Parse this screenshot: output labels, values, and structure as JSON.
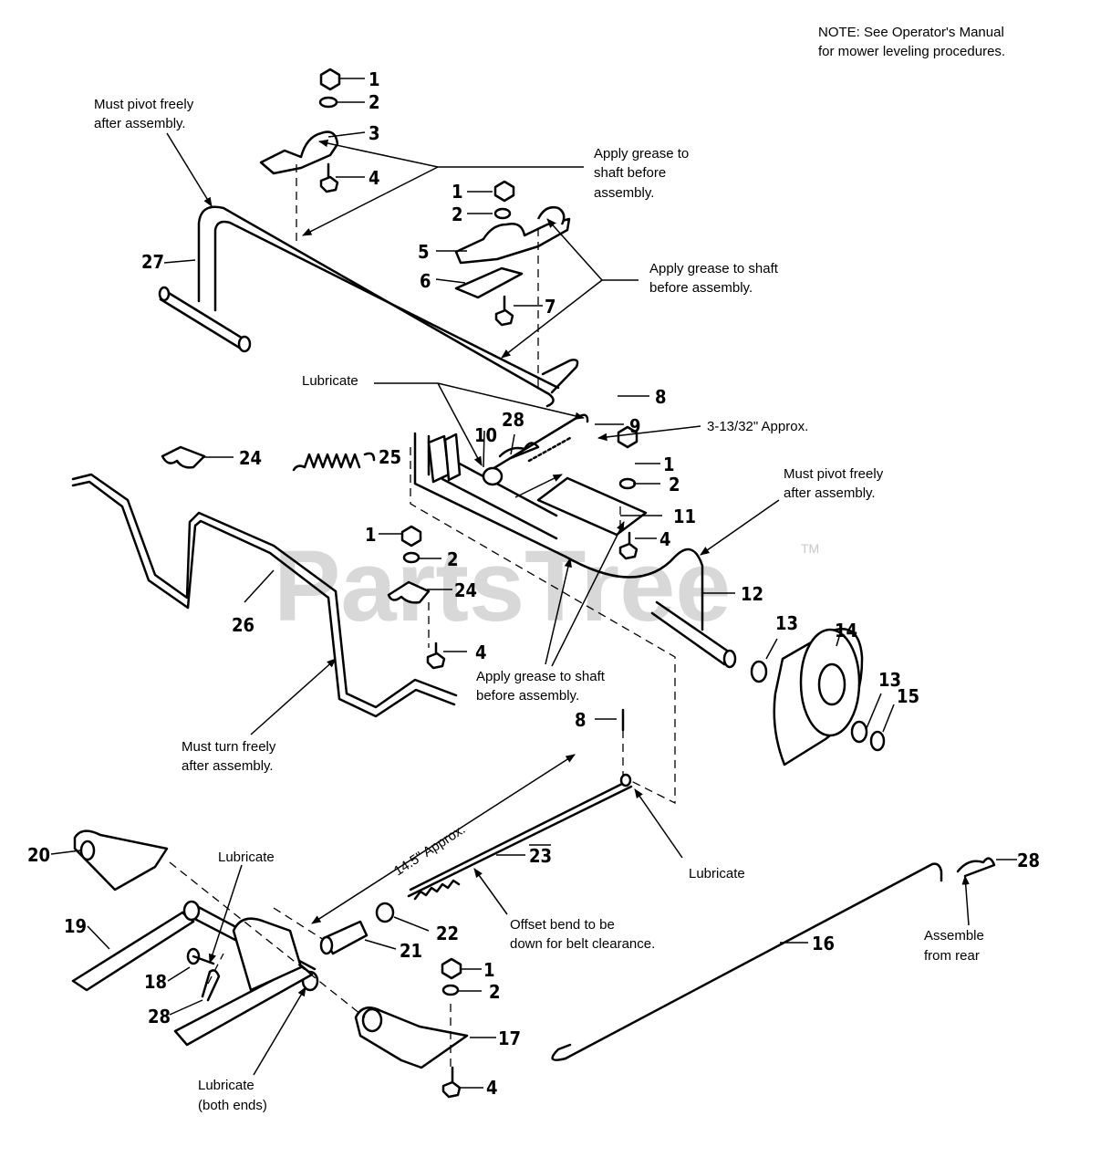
{
  "watermark": "PartsTree",
  "trademark": "TM",
  "note": {
    "line1": "NOTE: See Operator's Manual",
    "line2": "for mower leveling procedures."
  },
  "callouts": {
    "pivot_top_1": "Must pivot freely",
    "pivot_top_2": "after assembly.",
    "grease_top_1": "Apply grease to",
    "grease_top_2": "shaft before",
    "grease_top_3": "assembly.",
    "grease_mid_1": "Apply grease to shaft",
    "grease_mid_2": "before assembly.",
    "lubricate_upper": "Lubricate",
    "dim_3_13_32": "3-13/32\" Approx.",
    "pivot_right_1": "Must pivot freely",
    "pivot_right_2": "after assembly.",
    "grease_low_1": "Apply grease to shaft",
    "grease_low_2": "before assembly.",
    "turn_freely_1": "Must turn freely",
    "turn_freely_2": "after assembly.",
    "dim_14_5": "14.5\" Approx.",
    "lubricate_left": "Lubricate",
    "lubricate_right": "Lubricate",
    "offset_1": "Offset bend to be",
    "offset_2": "down for belt clearance.",
    "assemble_1": "Assemble",
    "assemble_2": "from rear",
    "lubricate_both_1": "Lubricate",
    "lubricate_both_2": "(both ends)"
  },
  "part_numbers": {
    "p1a": "1",
    "p2a": "2",
    "p3": "3",
    "p4a": "4",
    "p1b": "1",
    "p2b": "2",
    "p5": "5",
    "p6": "6",
    "p7": "7",
    "p27": "27",
    "p8a": "8",
    "p9": "9",
    "p10": "10",
    "p28a": "28",
    "p1c": "1",
    "p2c": "2",
    "p11": "11",
    "p4b": "4",
    "p24a": "24",
    "p25": "25",
    "p1d": "1",
    "p2d": "2",
    "p24b": "24",
    "p4c": "4",
    "p26": "26",
    "p12": "12",
    "p13a": "13",
    "p14": "14",
    "p13b": "13",
    "p15": "15",
    "p8b": "8",
    "p23": "23",
    "p20": "20",
    "p19": "19",
    "p18": "18",
    "p28b": "28",
    "p21": "21",
    "p22": "22",
    "p1e": "1",
    "p2e": "2",
    "p17": "17",
    "p4d": "4",
    "p16": "16",
    "p28c": "28"
  }
}
